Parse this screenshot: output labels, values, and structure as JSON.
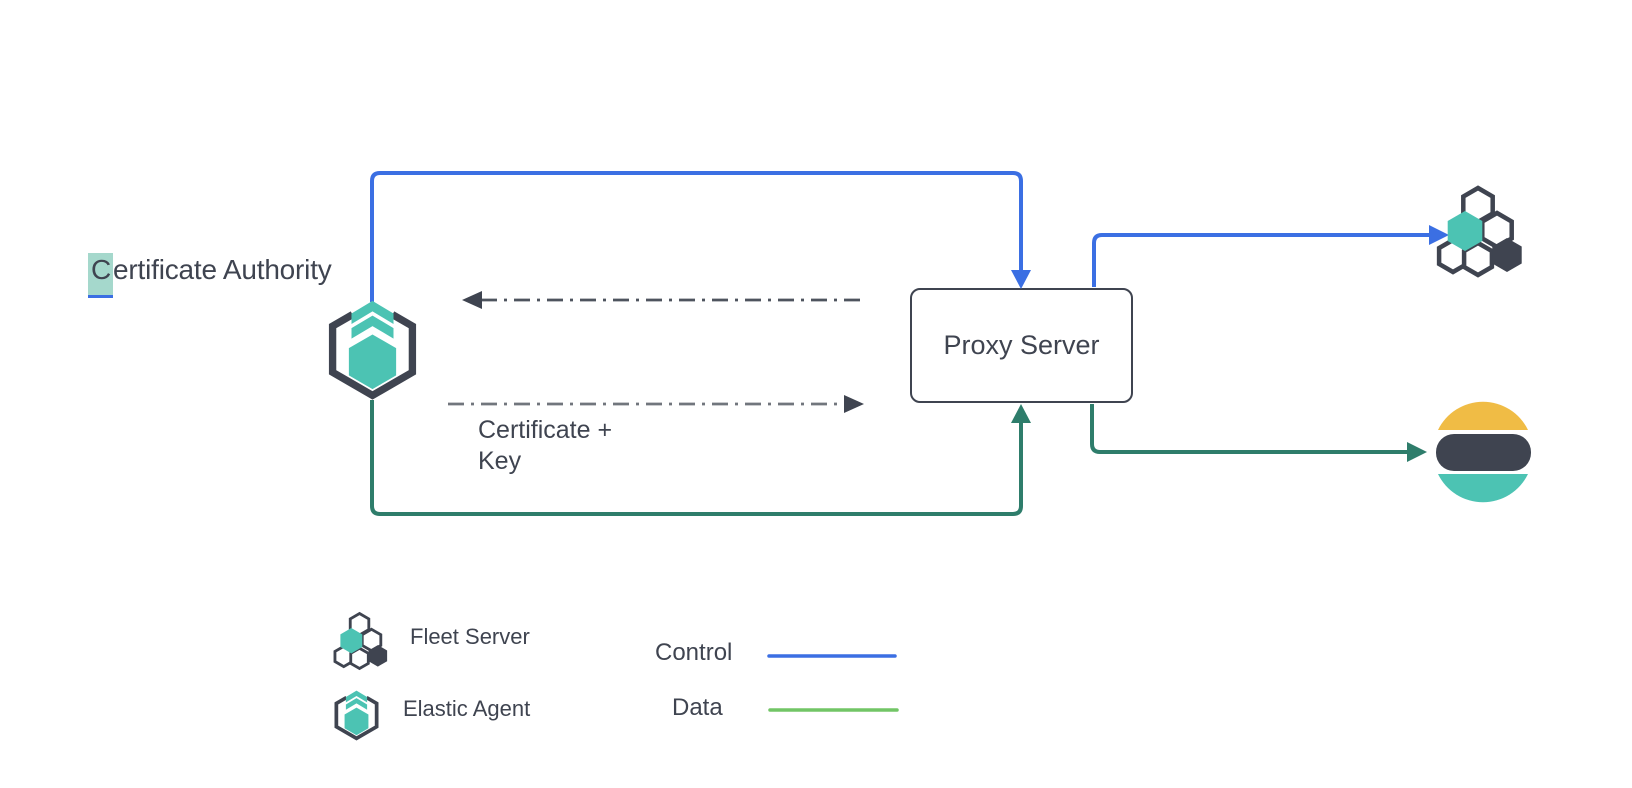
{
  "diagram": {
    "nodes": {
      "certificate_authority": {
        "label": "Certificate Authority",
        "selected_text": "C"
      },
      "elastic_agent": {
        "icon": "elastic-agent-icon"
      },
      "proxy_server": {
        "label": "Proxy Server"
      },
      "fleet_server": {
        "icon": "fleet-server-icon"
      },
      "elasticsearch": {
        "icon": "elasticsearch-logo"
      }
    },
    "annotations": {
      "certificate_key": "Certificate +\nKey"
    },
    "edges": [
      {
        "type": "control",
        "from": "elastic_agent",
        "to": "proxy_server"
      },
      {
        "type": "control",
        "from": "proxy_server",
        "to": "fleet_server"
      },
      {
        "type": "data",
        "from": "elastic_agent",
        "to": "proxy_server"
      },
      {
        "type": "data",
        "from": "proxy_server",
        "to": "elasticsearch"
      },
      {
        "type": "certificate_exchange",
        "style": "dash-dot",
        "from": "proxy_server",
        "to": "elastic_agent"
      },
      {
        "type": "certificate_exchange",
        "style": "dash-dot",
        "from": "elastic_agent",
        "to": "proxy_server",
        "label": "Certificate +\nKey"
      }
    ]
  },
  "legend": {
    "items": [
      {
        "icon": "fleet-server-icon",
        "label": "Fleet Server"
      },
      {
        "icon": "elastic-agent-icon",
        "label": "Elastic Agent"
      }
    ],
    "lines": [
      {
        "label": "Control",
        "color": "#3B6FE3"
      },
      {
        "label": "Data",
        "color": "#72C566"
      }
    ]
  },
  "colors": {
    "blue": "#3B6FE3",
    "green_dark": "#2E7D6B",
    "green_light": "#72C566",
    "teal": "#4CC3B3",
    "slate": "#3F4450",
    "yellow": "#F0BC45",
    "highlight": "#A5D8CC",
    "dash_dark": "#4E545E",
    "dash_gray": "#71767D"
  }
}
